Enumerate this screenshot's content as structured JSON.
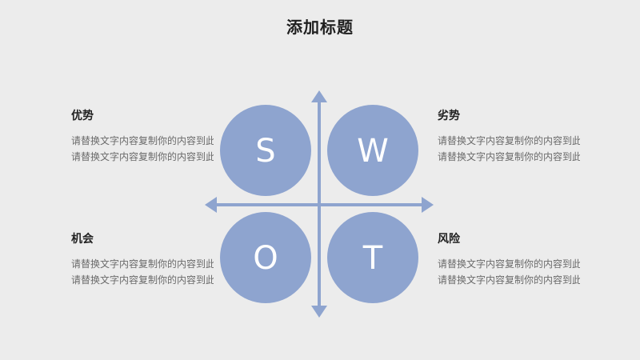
{
  "title": "添加标题",
  "colors": {
    "circle_fill": "#8ea4cf",
    "arrow": "#8ea4cf",
    "background": "#ececec"
  },
  "swot": {
    "s": "S",
    "w": "W",
    "o": "O",
    "t": "T"
  },
  "strengths": {
    "heading": "优势",
    "lines": [
      "请替换文字内容复制你的内容到此",
      "请替换文字内容复制你的内容到此"
    ]
  },
  "weaknesses": {
    "heading": "劣势",
    "lines": [
      "请替换文字内容复制你的内容到此",
      "请替换文字内容复制你的内容到此"
    ]
  },
  "opportunities": {
    "heading": "机会",
    "lines": [
      "请替换文字内容复制你的内容到此",
      "请替换文字内容复制你的内容到此"
    ]
  },
  "threats": {
    "heading": "风险",
    "lines": [
      "请替换文字内容复制你的内容到此",
      "请替换文字内容复制你的内容到此"
    ]
  }
}
